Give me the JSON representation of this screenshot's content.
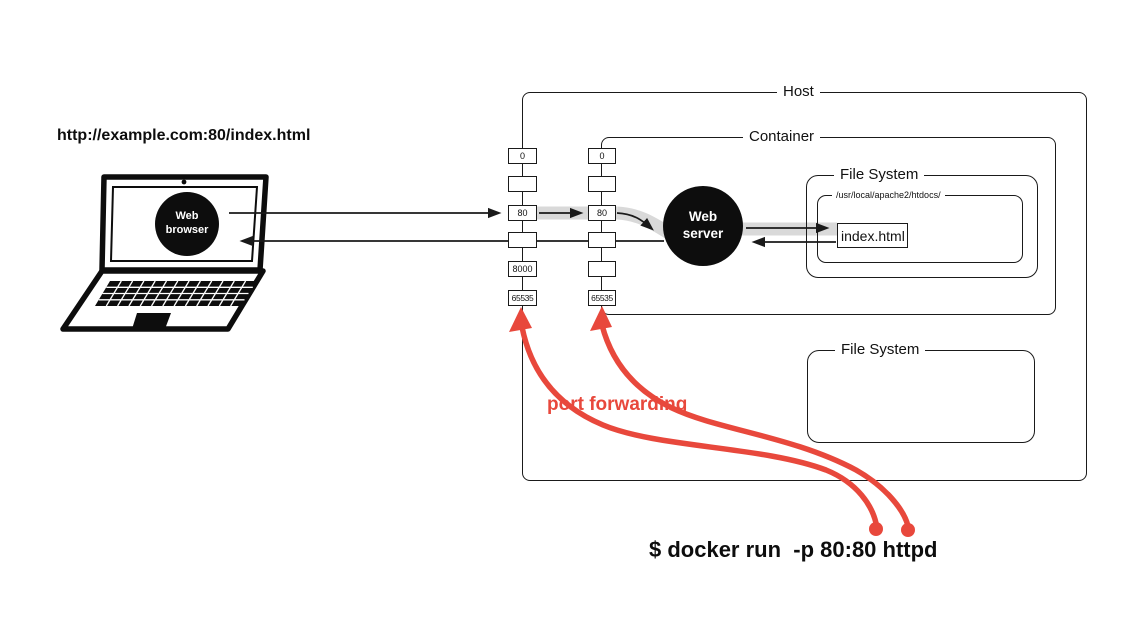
{
  "colors": {
    "red": "#e8483c",
    "band": "#d9d9d9",
    "line": "#1a1a1a"
  },
  "browser": {
    "url": "http://example.com:80/index.html",
    "device_label": "Web\nbrowser"
  },
  "host": {
    "label": "Host"
  },
  "container": {
    "label": "Container"
  },
  "web_server": {
    "label": "Web\nserver"
  },
  "file_system_container": {
    "label": "File System",
    "path": "/usr/local/apache2/htdocs/",
    "file": "index.html"
  },
  "file_system_host": {
    "label": "File System"
  },
  "ports": {
    "host": [
      "0",
      "",
      "80",
      "",
      "8000",
      "65535"
    ],
    "container": [
      "0",
      "",
      "80",
      "",
      "",
      "65535"
    ]
  },
  "annotations": {
    "port_forwarding": "port forwarding",
    "command": "$ docker run  -p 80:80 httpd"
  }
}
